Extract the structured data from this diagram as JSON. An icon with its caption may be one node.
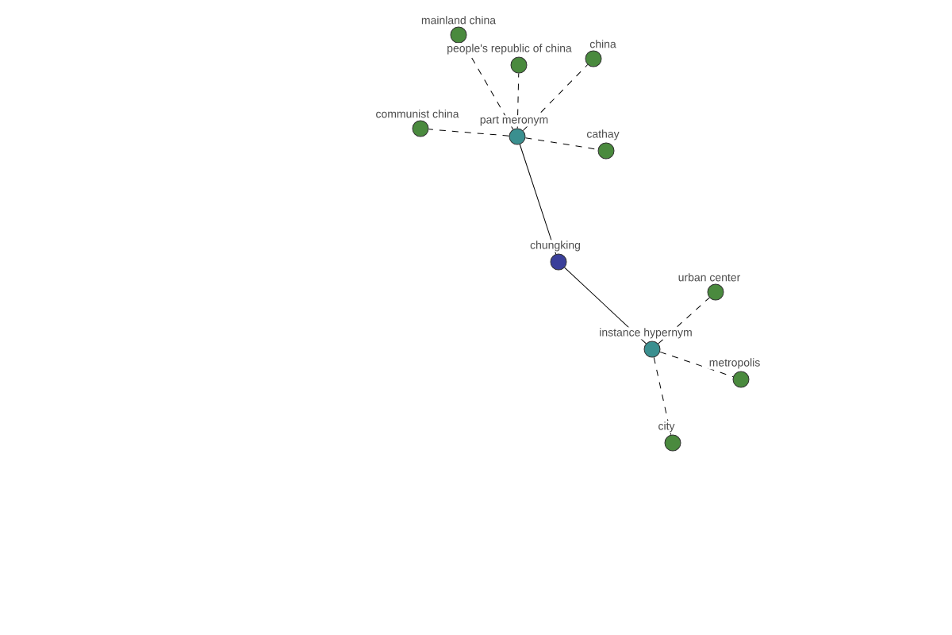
{
  "diagram": {
    "nodes": [
      {
        "text": [
          "mainland china"
        ]
      },
      {
        "text": [
          "people's republic of china"
        ]
      },
      {
        "text": [
          "china"
        ]
      },
      {
        "text": [
          "communist china"
        ]
      },
      {
        "text": [
          "part meronym"
        ]
      },
      {
        "text": [
          "cathay"
        ]
      },
      {
        "text": [
          "chungking"
        ]
      },
      {
        "text": [
          "urban center"
        ]
      },
      {
        "text": [
          "instance hypernym"
        ]
      },
      {
        "text": [
          "metropolis"
        ]
      },
      {
        "text": [
          "city"
        ]
      }
    ],
    "edges": [
      {
        "from": 6,
        "to": 4,
        "arrow": "none"
      },
      {
        "from": 4,
        "to": 0,
        "arrow": "none",
        "style": "dashed"
      },
      {
        "from": 4,
        "to": 1,
        "arrow": "none",
        "style": "dashed"
      },
      {
        "from": 4,
        "to": 2,
        "arrow": "none",
        "style": "dashed"
      },
      {
        "from": 4,
        "to": 3,
        "arrow": "none",
        "style": "dashed"
      },
      {
        "from": 4,
        "to": 5,
        "arrow": "none",
        "style": "dashed"
      },
      {
        "from": 6,
        "to": 8,
        "arrow": "none"
      },
      {
        "from": 8,
        "to": 7,
        "arrow": "none",
        "style": "dashed"
      },
      {
        "from": 8,
        "to": 9,
        "arrow": "none",
        "style": "dashed"
      },
      {
        "from": 8,
        "to": 10,
        "arrow": "none",
        "style": "dashed"
      }
    ]
  }
}
